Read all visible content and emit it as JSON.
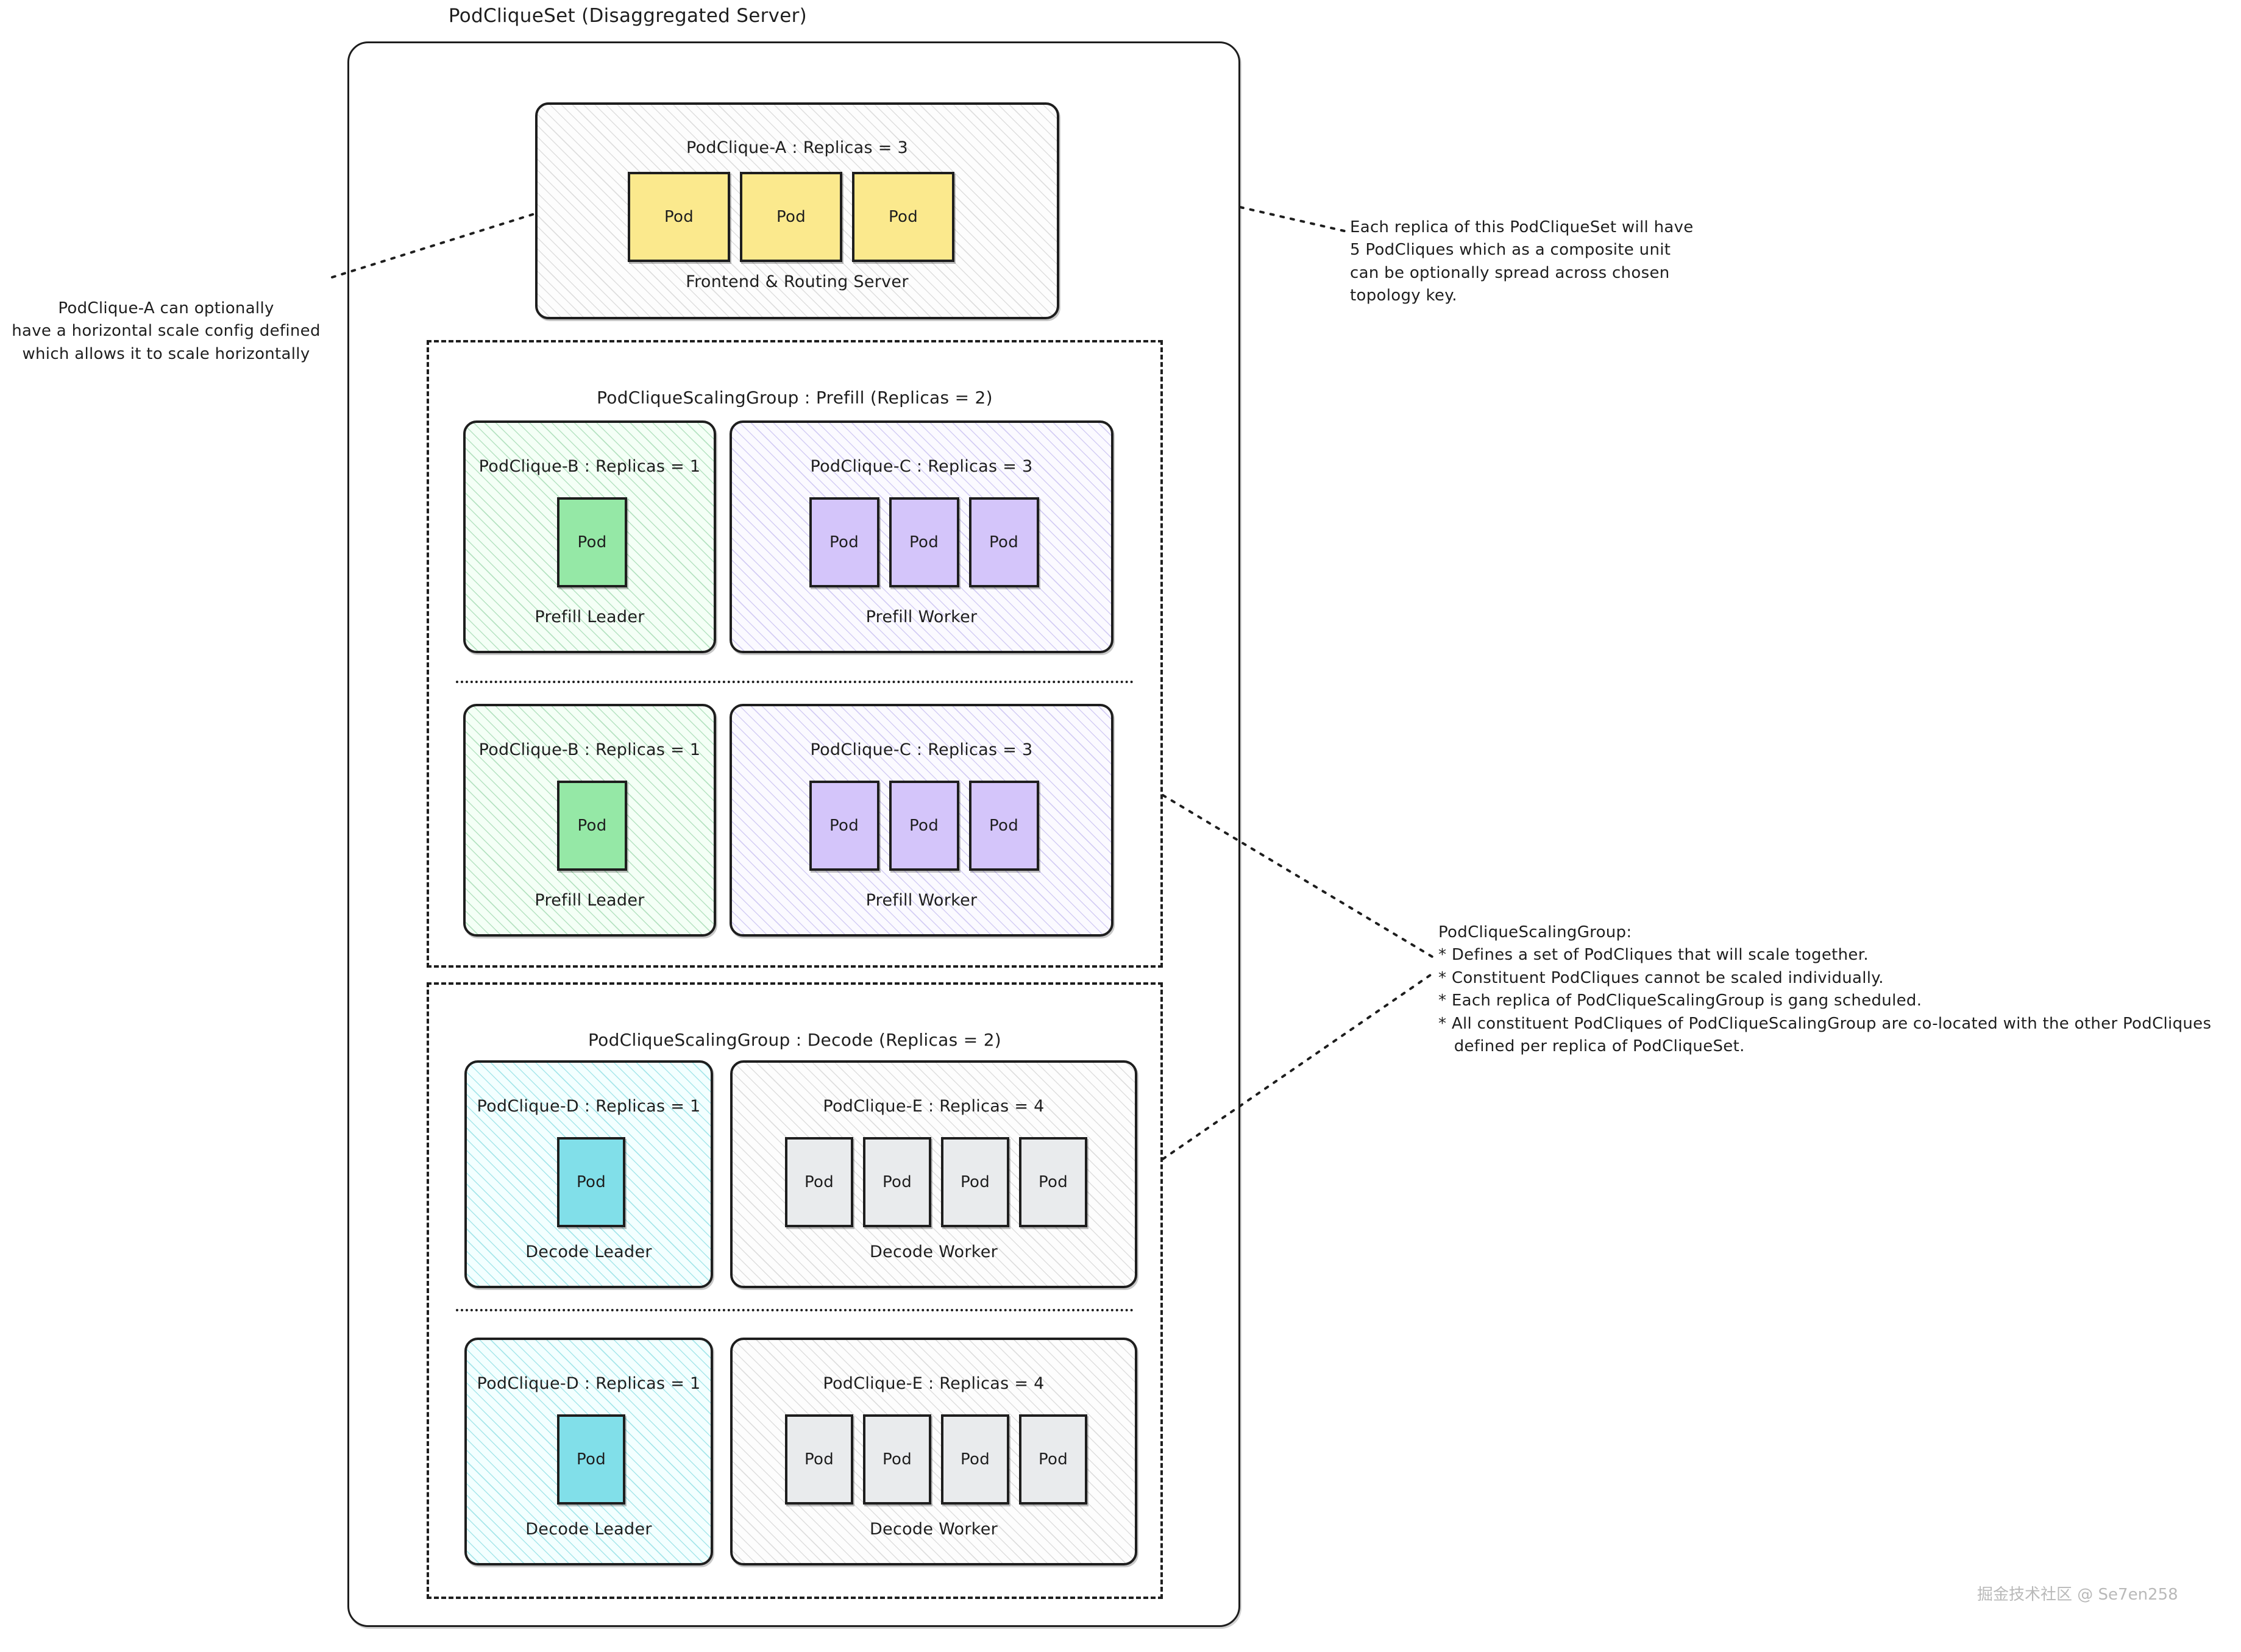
{
  "title": "PodCliqueSet (Disaggregated Server)",
  "watermark": "掘金技术社区 @ Se7en258",
  "colors": {
    "stroke": "#1e1e1e",
    "pod_yellow": "#fbe98d",
    "pod_green": "#95e8a6",
    "pod_purple": "#d4c5fa",
    "pod_cyan": "#81dfe9",
    "pod_grey": "#e9ebed",
    "background": "#ffffff"
  },
  "pod_label": "Pod",
  "cliques": {
    "a": {
      "title": "PodClique-A : Replicas = 3",
      "footer": "Frontend & Routing Server",
      "pod_count": 3,
      "pod_label": "Pod"
    }
  },
  "scaling_groups": [
    {
      "id": "prefill",
      "title": "PodCliqueScalingGroup : Prefill (Replicas = 2)",
      "replicas": [
        {
          "leader": {
            "title": "PodClique-B : Replicas = 1",
            "footer": "Prefill Leader",
            "pod_count": 1,
            "pod_label": "Pod"
          },
          "worker": {
            "title": "PodClique-C : Replicas = 3",
            "footer": "Prefill Worker",
            "pod_count": 3,
            "pod_label": "Pod"
          }
        },
        {
          "leader": {
            "title": "PodClique-B : Replicas = 1",
            "footer": "Prefill Leader",
            "pod_count": 1,
            "pod_label": "Pod"
          },
          "worker": {
            "title": "PodClique-C : Replicas = 3",
            "footer": "Prefill Worker",
            "pod_count": 3,
            "pod_label": "Pod"
          }
        }
      ]
    },
    {
      "id": "decode",
      "title": "PodCliqueScalingGroup : Decode (Replicas = 2)",
      "replicas": [
        {
          "leader": {
            "title": "PodClique-D : Replicas = 1",
            "footer": "Decode Leader",
            "pod_count": 1,
            "pod_label": "Pod"
          },
          "worker": {
            "title": "PodClique-E : Replicas = 4",
            "footer": "Decode Worker",
            "pod_count": 4,
            "pod_label": "Pod"
          }
        },
        {
          "leader": {
            "title": "PodClique-D : Replicas = 1",
            "footer": "Decode Leader",
            "pod_count": 1,
            "pod_label": "Pod"
          },
          "worker": {
            "title": "PodClique-E : Replicas = 4",
            "footer": "Decode Worker",
            "pod_count": 4,
            "pod_label": "Pod"
          }
        }
      ]
    }
  ],
  "annotations": {
    "left": "PodClique-A can optionally\nhave a horizontal scale config defined\nwhich allows it to scale horizontally",
    "top_right": "Each replica of this PodCliqueSet will have\n5 PodCliques which as a composite unit\ncan be optionally spread across chosen\ntopology key.",
    "scaling_group": "PodCliqueScalingGroup:\n* Defines a set of PodCliques that will scale together.\n* Constituent PodCliques cannot be scaled individually.\n* Each replica of PodCliqueScalingGroup is gang scheduled.\n* All constituent PodCliques of PodCliqueScalingGroup are co-located with the other PodCliques\n   defined per replica of PodCliqueSet."
  }
}
